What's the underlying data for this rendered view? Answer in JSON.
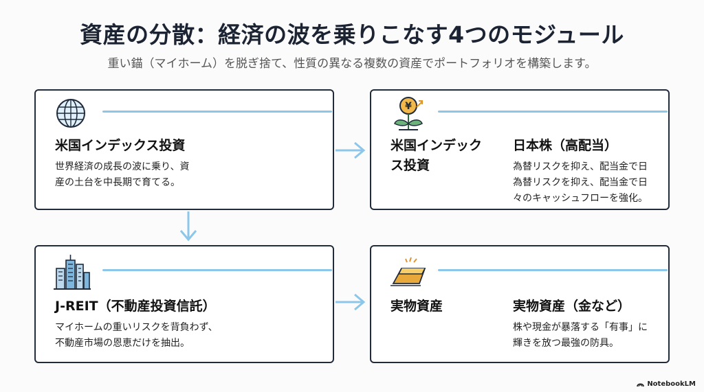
{
  "title": "資産の分散：経済の波を乗りこなす4つのモジュール",
  "subtitle": "重い錨（マイホーム）を脱ぎ捨て、性質の異なる複数の資産でポートフォリオを構築します。",
  "cards": [
    {
      "icon": "globe-icon",
      "heading": "米国インデックス投資",
      "body": [
        "世界経済の成長の波に乗り、資",
        "産の土台を中長期で育てる。"
      ]
    },
    {
      "icon": "yen-coin-plant-icon",
      "heading_left": [
        "米国インデック",
        "ス投資"
      ],
      "heading": "日本株（高配当）",
      "body": [
        "為替リスクを抑え、配当金で日",
        "為替リスクを抑え、配当金で日",
        "々のキャッシュフローを強化。"
      ]
    },
    {
      "icon": "city-buildings-icon",
      "heading": "J-REIT（不動産投資信託）",
      "body": [
        "マイホームの重いリスクを背負わず、",
        "不動産市場の恩恵だけを抽出。"
      ]
    },
    {
      "icon": "gold-bar-icon",
      "heading_left": "実物資産",
      "heading": "実物資産（金など）",
      "body": [
        "株や現金が暴落する「有事」に",
        "輝きを放つ最強の防具。"
      ]
    }
  ],
  "colors": {
    "border": "#222b3a",
    "accent": "#8cc6e8",
    "arrow": "#8cc6e8"
  },
  "brand": "NotebookLM"
}
